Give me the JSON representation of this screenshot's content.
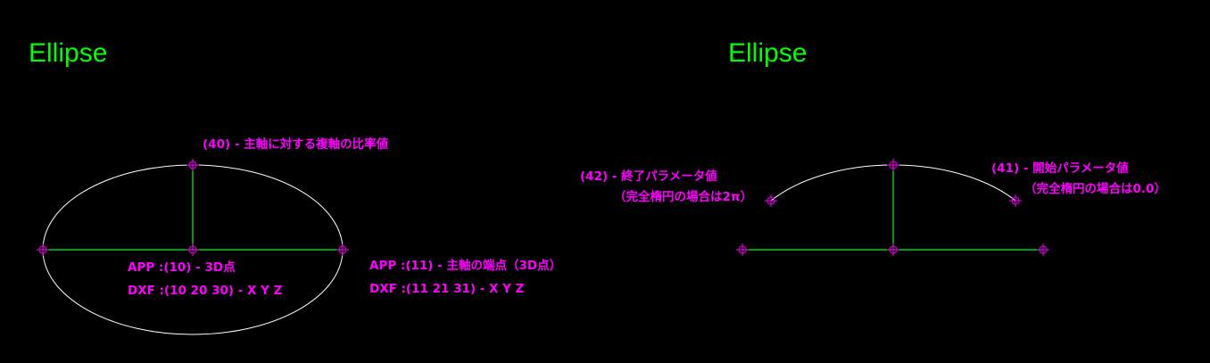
{
  "colors": {
    "background": "#000000",
    "title": "#00ff00",
    "curve": "#ffffff",
    "axis": "#00ff00",
    "annotation": "#ff00ff",
    "marker": "#cc00cc"
  },
  "left_diagram": {
    "title": "Ellipse",
    "ratio_label": "(40) - 主軸に対する複軸の比率値",
    "center_label_app": "APP :(10) - 3D点",
    "center_label_dxf": "DXF :(10 20 30) - X Y Z",
    "endpoint_label_app": "APP :(11) - 主軸の端点（3D点）",
    "endpoint_label_dxf": "DXF :(11 21 31) - X Y Z"
  },
  "right_diagram": {
    "title": "Ellipse",
    "end_param_label": "(42) - 終了パラメータ値",
    "end_param_note": "（完全楕円の場合は2π）",
    "start_param_label": "(41) - 開始パラメータ値",
    "start_param_note": "（完全楕円の場合は0.0）"
  }
}
